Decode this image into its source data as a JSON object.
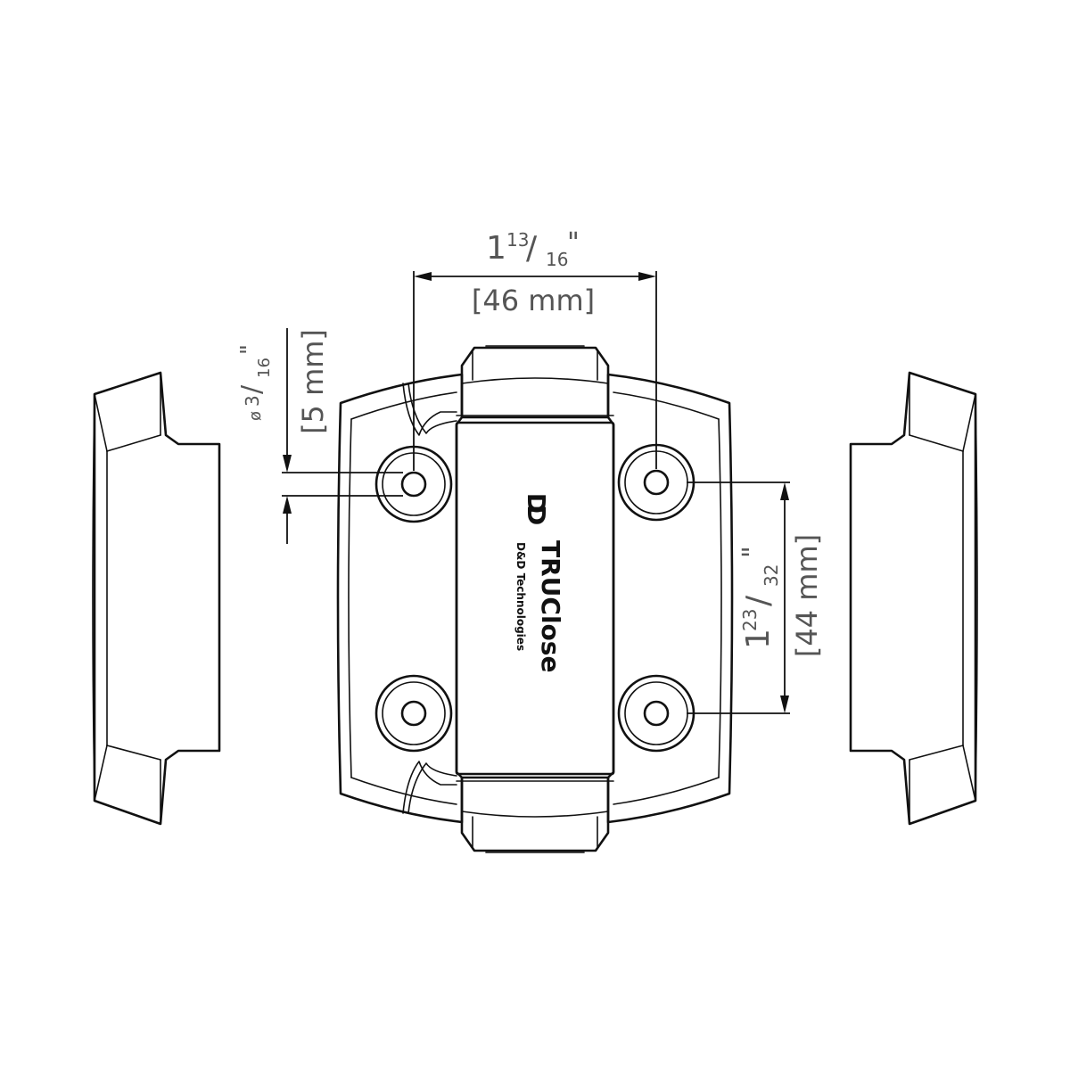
{
  "dimensions": {
    "hole_spacing_horizontal": {
      "whole": "1",
      "numerator": "13",
      "denominator": "16",
      "inch_mark": "\"",
      "metric": "[46 mm]"
    },
    "hole_diameter": {
      "symbol": "ø",
      "numerator": "3",
      "denominator": "16",
      "inch_mark": "\"",
      "metric": "[5 mm]"
    },
    "hole_spacing_vertical": {
      "whole": "1",
      "numerator": "23",
      "denominator": "32",
      "inch_mark": "\"",
      "metric": "[44 mm]"
    }
  },
  "branding": {
    "logo_initials": "DD",
    "product_name": "TRUClose",
    "company_name": "D&D Technologies"
  },
  "colors": {
    "line": "#111111",
    "dimension_text": "#555555",
    "background": "#ffffff"
  }
}
